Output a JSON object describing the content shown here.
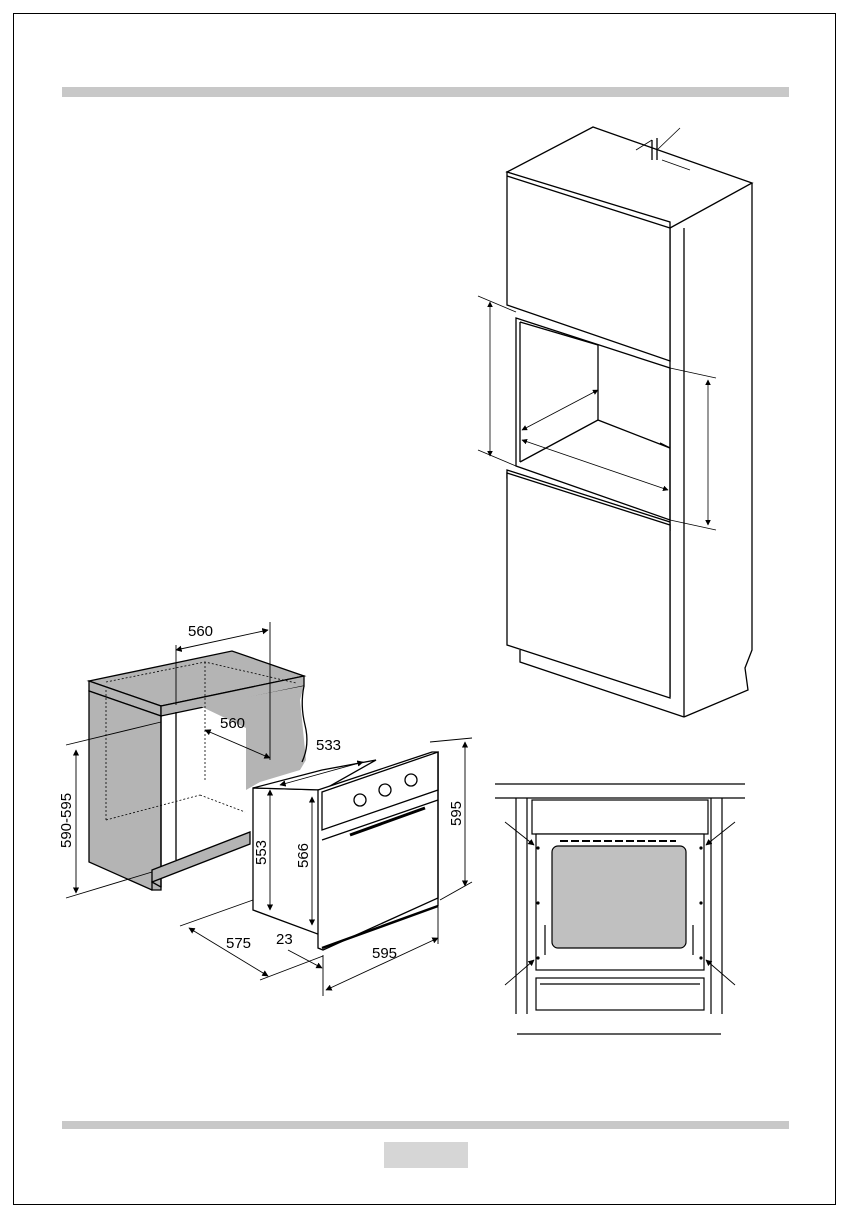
{
  "dimensions": {
    "niche_width_top": "560",
    "niche_width_inner": "560",
    "niche_height": "590-595",
    "oven_depth_top": "533",
    "oven_height_total": "595",
    "oven_body_height_1": "553",
    "oven_body_height_2": "566",
    "oven_depth": "575",
    "panel_thickness": "23",
    "oven_width": "595"
  },
  "colors": {
    "header_bar": "#c8c8c8",
    "cabinet_shade": "#b4b4b4",
    "oven_glass": "#c0c0c0"
  }
}
